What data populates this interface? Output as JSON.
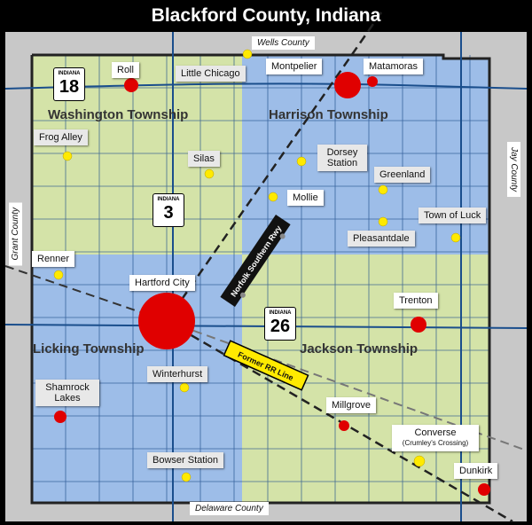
{
  "title": "Blackford County, Indiana",
  "counties": {
    "north": "Wells County",
    "east": "Jay County",
    "west": "Grant County",
    "south": "Delaware County"
  },
  "townships": {
    "nw": "Washington Township",
    "ne": "Harrison Township",
    "sw": "Licking Township",
    "se": "Jackson Township"
  },
  "highways": [
    {
      "state": "INDIANA",
      "number": "18"
    },
    {
      "state": "INDIANA",
      "number": "3"
    },
    {
      "state": "INDIANA",
      "number": "26"
    }
  ],
  "railways": {
    "active": "Norfolk Southern Rwy",
    "former": "Former RR Line"
  },
  "places": {
    "roll": "Roll",
    "little_chicago": "Little Chicago",
    "montpelier": "Montpelier",
    "matamoras": "Matamoras",
    "frog_alley": "Frog Alley",
    "silas": "Silas",
    "dorsey_station": "Dorsey Station",
    "greenland": "Greenland",
    "mollie": "Mollie",
    "town_of_luck": "Town of Luck",
    "pleasantdale": "Pleasantdale",
    "renner": "Renner",
    "hartford_city": "Hartford City",
    "trenton": "Trenton",
    "winterhurst": "Winterhurst",
    "shamrock_lakes": "Shamrock Lakes",
    "millgrove": "Millgrove",
    "converse": "Converse",
    "converse_sub": "(Crumley's Crossing)",
    "bowser_station": "Bowser Station",
    "dunkirk": "Dunkirk"
  },
  "colors": {
    "background": "#000000",
    "outside": "#c8c8c8",
    "green_township": "#d4e3a8",
    "blue_township": "#9dbde8",
    "grid_line": "#1f4e8c",
    "highway": "#1a4e8c",
    "city_marker": "#e00000",
    "place_marker": "#ffea00"
  }
}
